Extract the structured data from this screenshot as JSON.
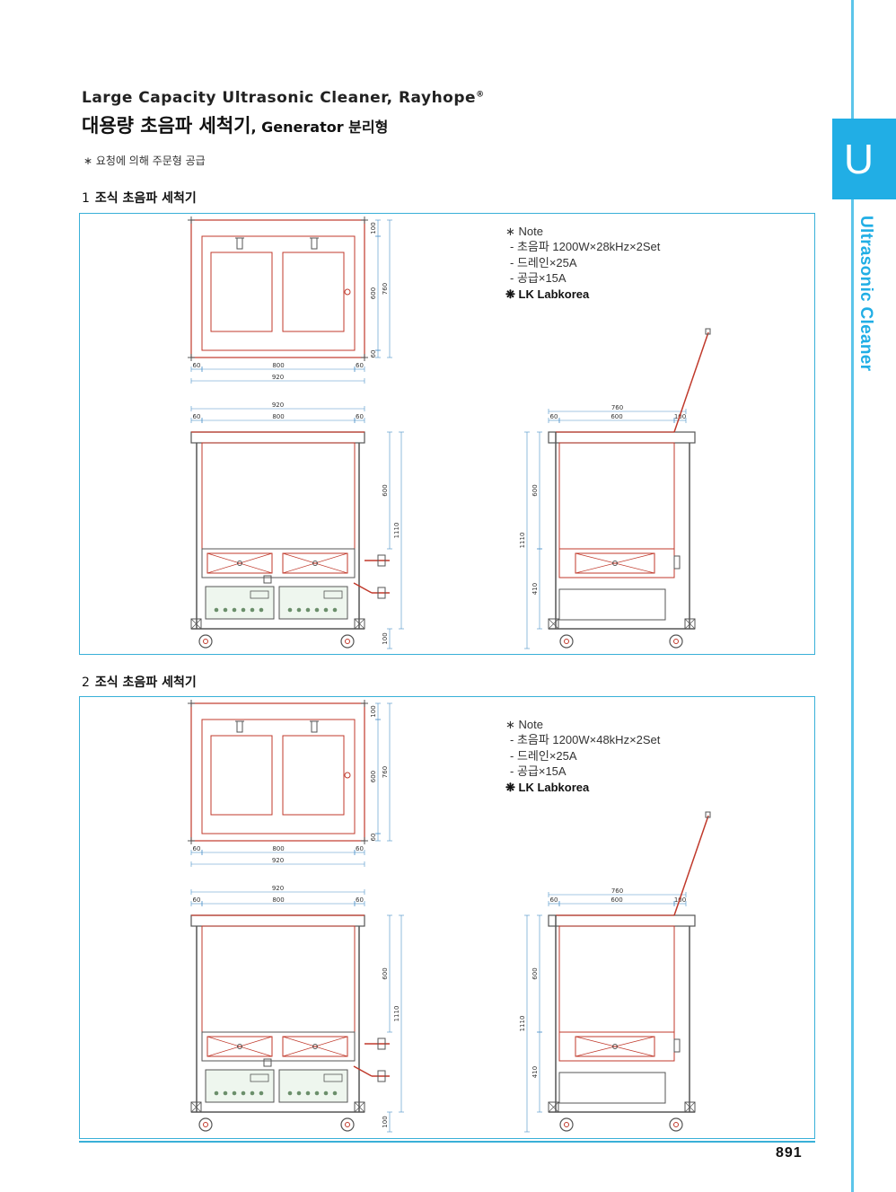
{
  "header": {
    "title_en": "Large Capacity Ultrasonic Cleaner, Rayhope",
    "title_en_mark": "®",
    "title_ko": "대용량 초음파 세척기",
    "title_ko_sub": ", Generator 분리형",
    "notice": "∗ 요청에 의해 주문형 공급"
  },
  "sections": [
    {
      "number": "1",
      "title": "조식 초음파 세척기",
      "note_heading": "∗ Note",
      "note_lines": [
        "- 초음파 1200W×28kHz×2Set",
        "- 드레인×25A",
        "- 공급×15A"
      ],
      "brand": "❋ LK Labkorea"
    },
    {
      "number": "2",
      "title": "조식 초음파 세척기",
      "note_heading": "∗ Note",
      "note_lines": [
        "- 초음파 1200W×48kHz×2Set",
        "- 드레인×25A",
        "- 공급×15A"
      ],
      "brand": "❋ LK Labkorea"
    }
  ],
  "dimensions": {
    "top": {
      "left": "60",
      "center": "800",
      "right": "60",
      "total": "920",
      "v1": "100",
      "v2": "600",
      "v3": "60",
      "vtotal": "760"
    },
    "front": {
      "total": "920",
      "left": "60",
      "center": "800",
      "right": "60",
      "v_tank": "600",
      "v_total": "1110",
      "v_leg": "100"
    },
    "side": {
      "total": "760",
      "left": "60",
      "center": "600",
      "right": "100",
      "v_tank": "600",
      "v_total": "1110",
      "v_lower": "410"
    }
  },
  "sidebar": {
    "tab_letter": "U",
    "category": "Ultrasonic Cleaner"
  },
  "footer": {
    "page_number": "891"
  },
  "colors": {
    "accent": "#21aee5",
    "panel_border": "#39b0d8",
    "drawing_red": "#c0392b",
    "drawing_gray": "#555555"
  }
}
